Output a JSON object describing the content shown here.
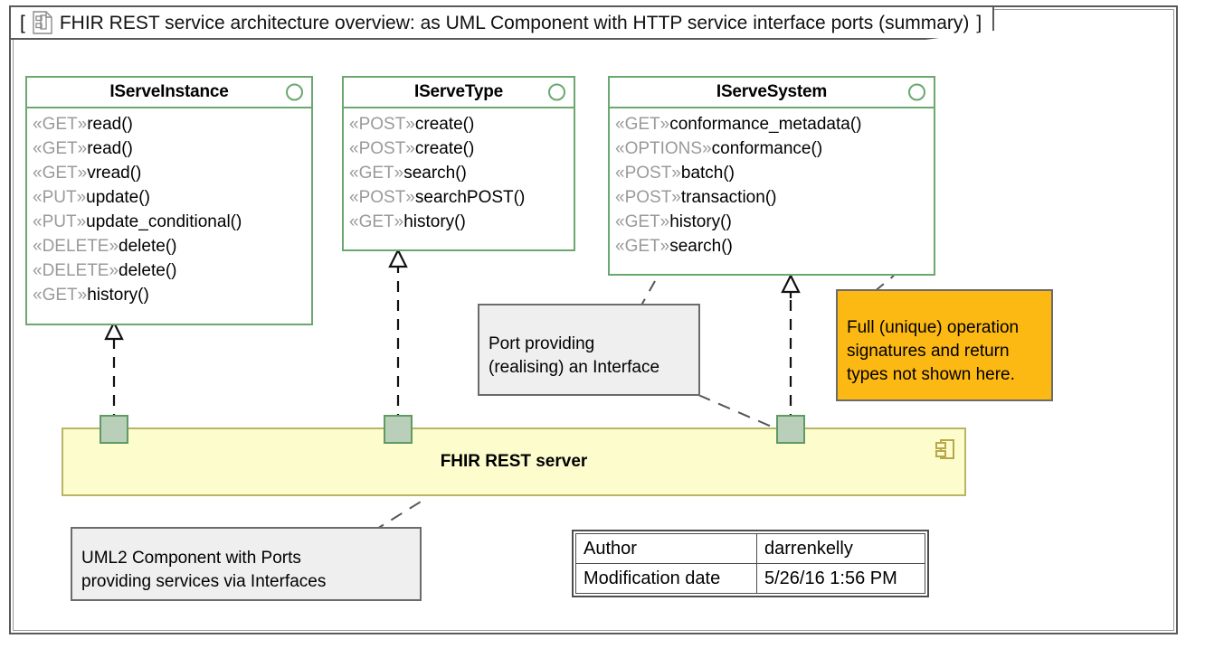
{
  "frame": {
    "title": "FHIR REST service architecture overview: as UML Component with HTTP service interface ports (summary)",
    "bracket_open": "[",
    "bracket_close": "]",
    "icon": "uml-diagram-document-icon"
  },
  "colors": {
    "interface_border": "#6aa86f",
    "component_fill": "#fcfccd",
    "component_border": "#b9b566",
    "port_fill": "#b9cfb9",
    "port_border": "#5f9a63",
    "note_fill": "#efefef",
    "note_border": "#6b6b6b",
    "note_highlight_fill": "#fcb813",
    "stereotype_text": "#9a9a9a",
    "frame_border": "#5a5a5a"
  },
  "interfaces": [
    {
      "name": "IServeInstance",
      "icon": "interface-ball-icon",
      "operations": [
        {
          "stereotype": "«GET»",
          "name": "read()"
        },
        {
          "stereotype": "«GET»",
          "name": "read()"
        },
        {
          "stereotype": "«GET»",
          "name": "vread()"
        },
        {
          "stereotype": "«PUT»",
          "name": "update()"
        },
        {
          "stereotype": "«PUT»",
          "name": "update_conditional()"
        },
        {
          "stereotype": "«DELETE»",
          "name": "delete()"
        },
        {
          "stereotype": "«DELETE»",
          "name": "delete()"
        },
        {
          "stereotype": "«GET»",
          "name": "history()"
        }
      ]
    },
    {
      "name": "IServeType",
      "icon": "interface-ball-icon",
      "operations": [
        {
          "stereotype": "«POST»",
          "name": "create()"
        },
        {
          "stereotype": "«POST»",
          "name": "create()"
        },
        {
          "stereotype": "«GET»",
          "name": "search()"
        },
        {
          "stereotype": "«POST»",
          "name": "searchPOST()"
        },
        {
          "stereotype": "«GET»",
          "name": "history()"
        }
      ]
    },
    {
      "name": "IServeSystem",
      "icon": "interface-ball-icon",
      "operations": [
        {
          "stereotype": "«GET»",
          "name": "conformance_metadata()"
        },
        {
          "stereotype": "«OPTIONS»",
          "name": "conformance()"
        },
        {
          "stereotype": "«POST»",
          "name": "batch()"
        },
        {
          "stereotype": "«POST»",
          "name": "transaction()"
        },
        {
          "stereotype": "«GET»",
          "name": "history()"
        },
        {
          "stereotype": "«GET»",
          "name": "search()"
        }
      ]
    }
  ],
  "component": {
    "name": "FHIR REST server",
    "icon": "uml-component-icon",
    "ports": [
      "port-serve-instance",
      "port-serve-type",
      "port-serve-system"
    ]
  },
  "notes": [
    {
      "id": "note-port-interface",
      "text": "Port providing\n(realising) an Interface",
      "highlight": false
    },
    {
      "id": "note-signatures",
      "text": "Full (unique) operation\nsignatures and return\ntypes not shown here.",
      "highlight": true
    },
    {
      "id": "note-component-ports",
      "text": "UML2 Component with Ports\nproviding services via Interfaces",
      "highlight": false
    }
  ],
  "meta": {
    "rows": [
      {
        "key": "Author",
        "value": "darrenkelly"
      },
      {
        "key": "Modification date",
        "value": "5/26/16 1:56 PM"
      }
    ]
  }
}
